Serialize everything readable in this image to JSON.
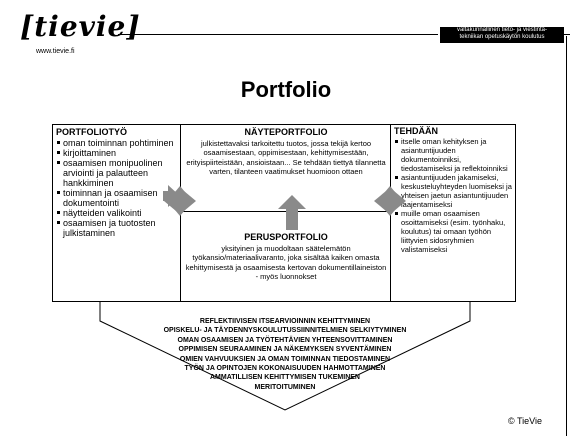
{
  "logo": {
    "text": "[tievie]",
    "url": "www.tievie.fi"
  },
  "tagline": [
    "valtakunnallinen tieto- ja viestintä-",
    "tekniikan opetuskäytön koulutus"
  ],
  "title": "Portfolio",
  "left": {
    "heading": "PORTFOLIOTYÖ",
    "items": [
      "oman toiminnan pohtiminen",
      "kirjoittaminen",
      "osaamisen monipuolinen arviointi ja palautteen hankkiminen",
      "toiminnan ja osaamisen dokumentointi",
      "näytteiden valikointi",
      "osaamisen ja tuotosten julkistaminen"
    ]
  },
  "center_top": {
    "heading": "NÄYTEPORTFOLIO",
    "text": "julkistettavaksi tarkoitettu tuotos, jossa tekijä kertoo osaamisestaan, oppimisestaan, kehittymisestään, erityispiirteistään, ansioistaan... Se tehdään tiettyä tilannetta varten, tilanteen vaatimukset huomioon ottaen"
  },
  "center_bottom": {
    "heading": "PERUSPORTFOLIO",
    "text": "yksityinen ja muodoltaan säätelemätön työkansio/materiaalivaranto, joka sisältää kaiken omasta kehittymisestä ja osaamisesta kertovan dokumentillaineiston - myös luonnokset"
  },
  "right": {
    "heading": "TEHDÄÄN",
    "items": [
      "itselle oman kehityksen ja asiantuntijuuden dokumentoinniksi, tiedostamiseksi ja reflektoinniksi",
      "asiantuntijuuden jakamiseksi, keskusteluyhteyden luomiseksi ja yhteisen jaetun asiantuntijuuden laajentamiseksi",
      "muille oman osaamisen osoittamiseksi (esim. työnhaku, koulutus) tai omaan työhön liittyvien sidosryhmien valistamiseksi"
    ]
  },
  "outcomes": [
    "REFLEKTIIVISEN ITSEARVIOINNIN KEHITTYMINEN",
    "OPISKELU- JA TÄYDENNYSKOULUTUSSIINNITELMIEN SELKIYTYMINEN",
    "OMAN OSAAMISEN JA TYÖTEHTÄVIEN YHTEENSOVITTAMINEN",
    "OPPIMISEN SEURAAMINEN JA NÄKEMYKSEN SYVENTÄMINEN",
    "OMIEN VAHVUUKSIEN JA OMAN TOIMINNAN TIEDOSTAMINEN",
    "TYÖN JA OPINTOJEN KOKONAISUUDEN HAHMOTTAMINEN",
    "AMMATILLISEN KEHITTYMISEN TUKEMINEN",
    "MERITOITUMINEN"
  ],
  "copyright": "© TieVie"
}
